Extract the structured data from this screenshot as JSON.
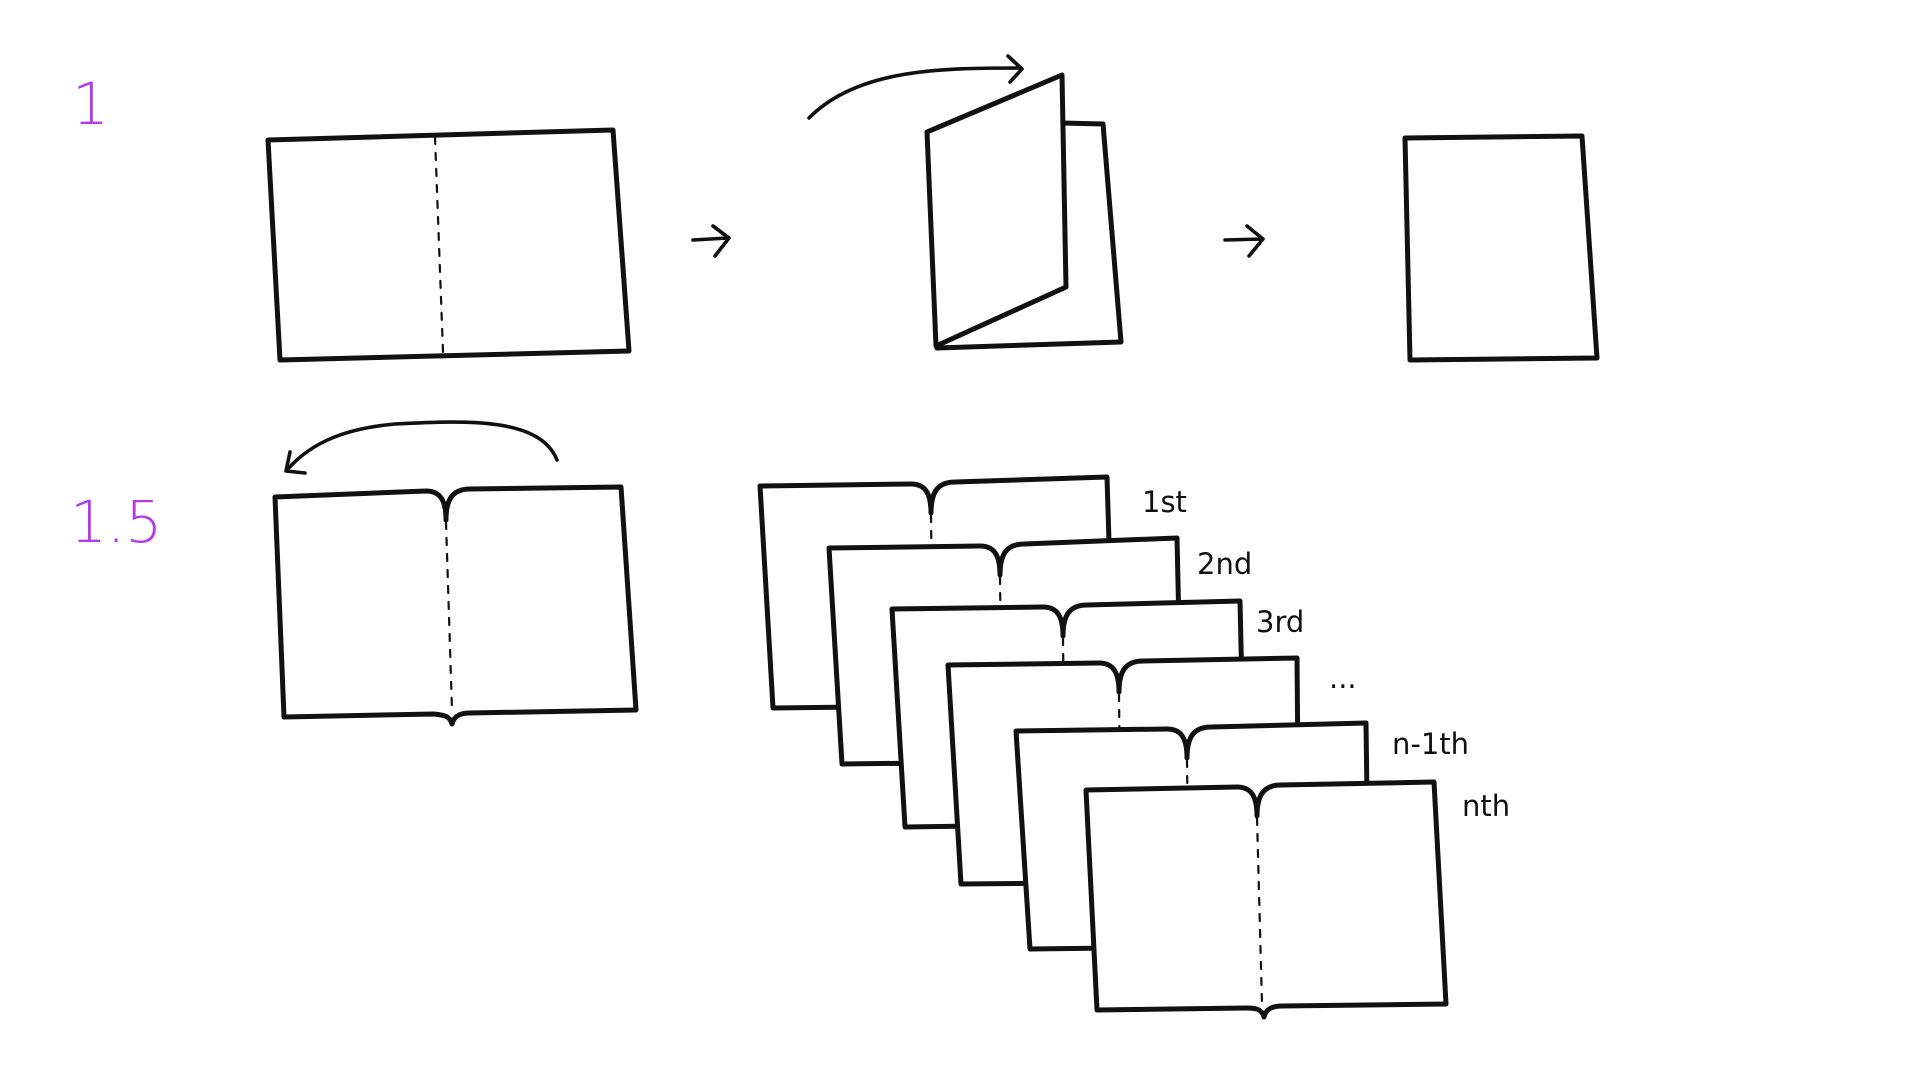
{
  "steps": [
    {
      "label": "1",
      "color": "#b33ae8"
    },
    {
      "label": "1.5",
      "color": "#b33ae8"
    }
  ],
  "sheet_labels": [
    "1st",
    "2nd",
    "3rd",
    "...",
    "n-1th",
    "nth"
  ]
}
